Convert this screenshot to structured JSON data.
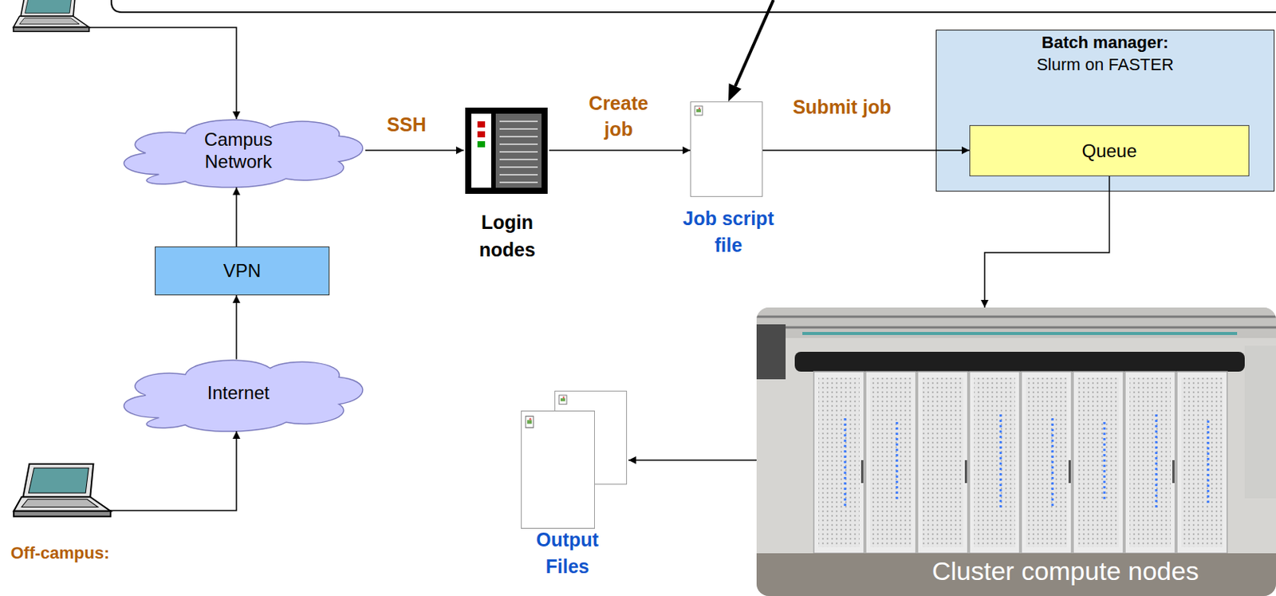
{
  "diagram": {
    "nodes": [
      {
        "text": [
          "Campus Network"
        ]
      },
      {
        "text": [
          "VPN"
        ]
      },
      {
        "text": [
          "Internet"
        ]
      },
      {
        "text": [
          "Off-campus:"
        ]
      },
      {
        "text": [
          "Login nodes"
        ]
      },
      {
        "text": [
          "Job script file"
        ]
      },
      {
        "text": [
          "Batch manager:",
          "Slurm on FASTER"
        ]
      },
      {
        "text": [
          "Queue"
        ],
        "in": 6
      },
      {
        "text": [
          "Cluster compute nodes"
        ]
      },
      {
        "text": [
          "Output Files"
        ]
      }
    ],
    "edges": [
      {
        "from": 0,
        "to": 4,
        "arrow": "to",
        "label": "SSH"
      },
      {
        "from": 4,
        "to": 5,
        "arrow": "to",
        "label": "Create job"
      },
      {
        "from": 5,
        "to": 7,
        "arrow": "to",
        "label": "Submit job"
      },
      {
        "from": 7,
        "to": 8,
        "arrow": "to"
      },
      {
        "from": 8,
        "to": 9,
        "arrow": "to"
      },
      {
        "from": 1,
        "to": 0,
        "arrow": "to"
      },
      {
        "from": 2,
        "to": 1,
        "arrow": "to"
      },
      {
        "from": 3,
        "to": 2,
        "arrow": "to"
      }
    ]
  }
}
